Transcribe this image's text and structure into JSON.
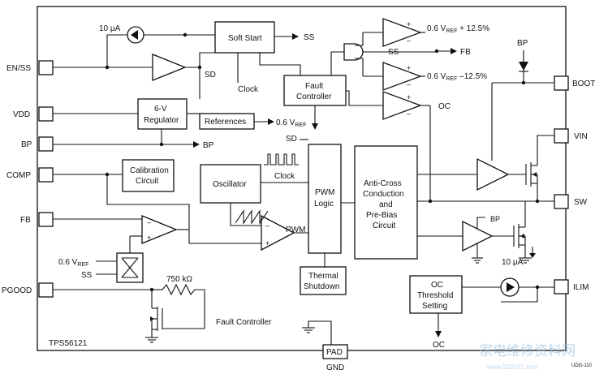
{
  "chip": {
    "name": "TPS56121",
    "doc_code": "UDG-110"
  },
  "pins": {
    "en_ss": "EN/SS",
    "vdd": "VDD",
    "bp": "BP",
    "comp": "COMP",
    "fb": "FB",
    "pgood": "PGOOD",
    "boot": "BOOT",
    "vin": "VIN",
    "sw": "SW",
    "ilim": "ILIM",
    "pad": "PAD",
    "gnd": "GND",
    "bp_top": "BP"
  },
  "blocks": {
    "soft_start": "Soft Start",
    "fault_controller": [
      "Fault",
      "Controller"
    ],
    "regulator": [
      "6-V",
      "Regulator"
    ],
    "references": "References",
    "calibration": [
      "Calibration",
      "Circuit"
    ],
    "oscillator": "Oscillator",
    "pwm_logic": [
      "PWM",
      "Logic"
    ],
    "anti_cross": [
      "Anti-Cross",
      "Conduction",
      "and",
      "Pre-Bias",
      "Circuit"
    ],
    "thermal": [
      "Thermal",
      "Shutdown"
    ],
    "oc_threshold": [
      "OC",
      "Threshold",
      "Setting"
    ]
  },
  "labels": {
    "current_10ua": "10 μA",
    "ss_out": "SS",
    "sd": "SD",
    "clock": "Clock",
    "fb_out": "FB",
    "ss_gate": "SS",
    "vref_pos": [
      "0.6 V",
      "REF",
      " + 12.5%"
    ],
    "vref_neg": [
      "0.6 V",
      "REF",
      " –12.5%"
    ],
    "oc": "OC",
    "vref_out": [
      "0.6 V",
      "REF"
    ],
    "bp_out": "BP",
    "sd_pwm": "SD",
    "clock_osc": "Clock",
    "pwm": "PWM",
    "vref_fb": [
      "0.6 V",
      "REF"
    ],
    "ss_fb": "SS",
    "resistor": "750 kΩ",
    "fault_controller_net": "Fault Controller",
    "bp_low": "BP",
    "current_low": "10 μA",
    "oc_out": "OC",
    "plus": "+",
    "minus": "–"
  },
  "watermark": {
    "text": "家电维修资料网",
    "url": "www.520101.com"
  }
}
